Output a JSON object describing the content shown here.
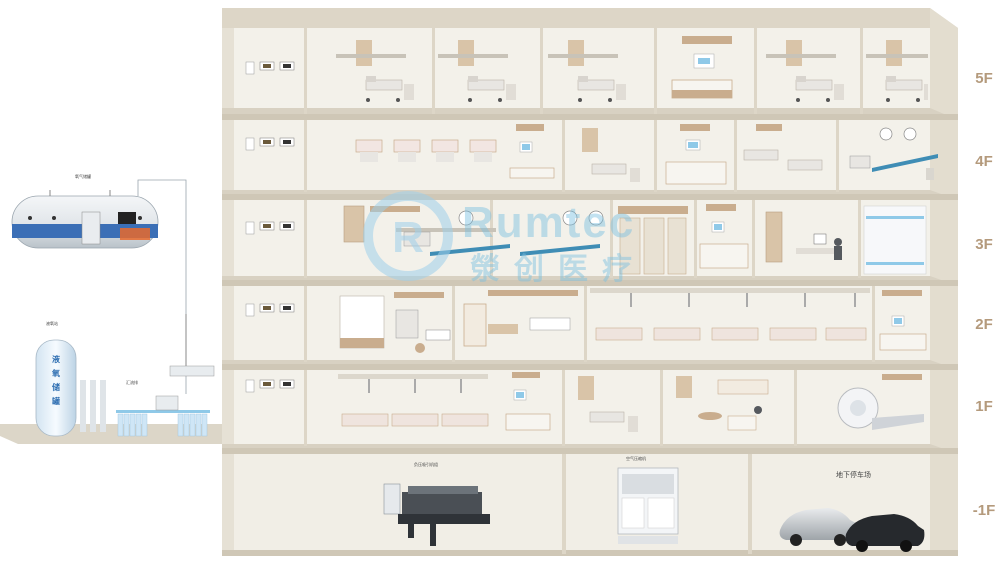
{
  "floors": [
    {
      "id": "5F",
      "label": "5F"
    },
    {
      "id": "4F",
      "label": "4F"
    },
    {
      "id": "3F",
      "label": "3F"
    },
    {
      "id": "2F",
      "label": "2F"
    },
    {
      "id": "1F",
      "label": "1F"
    },
    {
      "id": "-1F",
      "label": "-1F"
    }
  ],
  "watermark": {
    "latin": "Rumtec",
    "cn": "滎创医疗"
  },
  "left_side": {
    "tank_label": "氧气储罐",
    "station_label": "液氧站",
    "manifold_label": "汇流排"
  },
  "basement": {
    "machine_room_label": "负压吸引机组",
    "compressor_label": "空气压缩机",
    "parking_label": "地下停车场"
  },
  "colors": {
    "floor_slab": "#d8d1c2",
    "wall": "#f3f1ea",
    "accent_tan": "#c9ad8e",
    "floor_label": "#b49a7c",
    "gas_blue": "#8fc9e8",
    "machine_dark": "#3b3f44"
  }
}
